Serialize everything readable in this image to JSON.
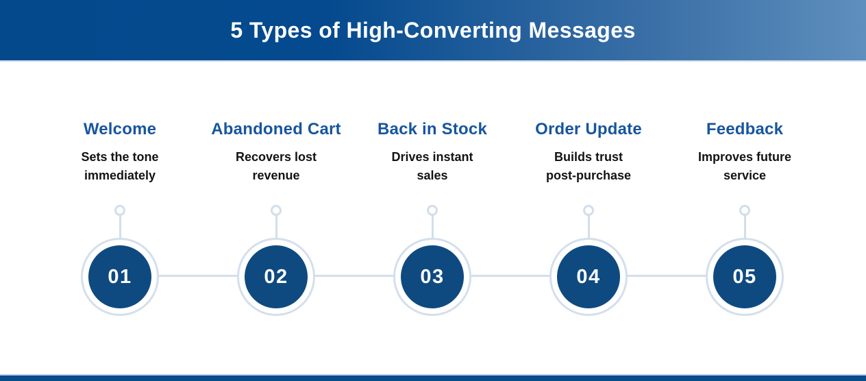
{
  "header": {
    "title": "5 Types of High-Converting Messages"
  },
  "cards": [
    {
      "number": "01",
      "title": "Welcome",
      "desc1": "Sets the tone",
      "desc2": "immediately"
    },
    {
      "number": "02",
      "title": "Abandoned Cart",
      "desc1": "Recovers lost",
      "desc2": "revenue"
    },
    {
      "number": "03",
      "title": "Back in Stock",
      "desc1": "Drives instant",
      "desc2": "sales"
    },
    {
      "number": "04",
      "title": "Order Update",
      "desc1": "Builds trust",
      "desc2": "post-purchase"
    },
    {
      "number": "05",
      "title": "Feedback",
      "desc1": "Improves future",
      "desc2": "service"
    }
  ],
  "colors": {
    "header_gradient_left": "#03498c",
    "header_gradient_right": "#5e8fbd",
    "heading_blue": "#17559f",
    "body_text": "#131313",
    "node_navy": "#0e4a80",
    "line_light_blue": "#d4dfeb",
    "footer_bar_navy": "#0b4a8d"
  }
}
